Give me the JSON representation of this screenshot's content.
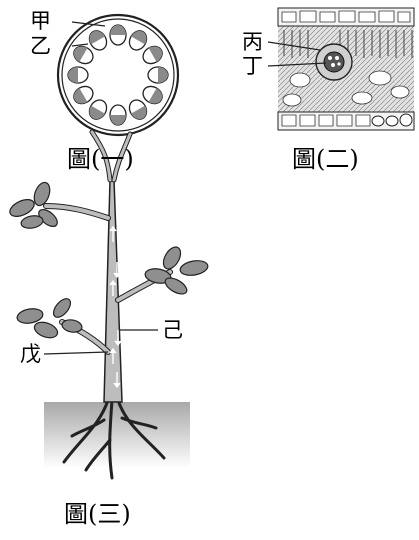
{
  "figure1": {
    "caption": "圖(一)",
    "labels": {
      "jia": "甲",
      "yi": "乙"
    }
  },
  "figure2": {
    "caption": "圖(二)",
    "labels": {
      "bing": "丙",
      "ding": "丁"
    }
  },
  "figure3": {
    "caption": "圖(三)",
    "labels": {
      "ji": "己",
      "wu": "戊"
    }
  }
}
